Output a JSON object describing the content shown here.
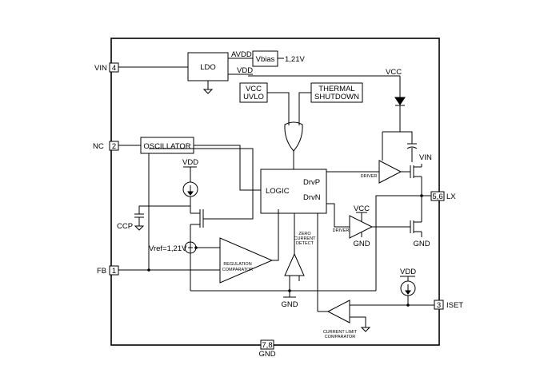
{
  "pins": {
    "vin": {
      "name": "VIN",
      "number": "4"
    },
    "nc": {
      "name": "NC",
      "number": "2"
    },
    "fb": {
      "name": "FB",
      "number": "1"
    },
    "lx": {
      "name": "LX",
      "number": "5,6"
    },
    "iset": {
      "name": "ISET",
      "number": "3"
    },
    "gnd": {
      "name": "GND",
      "number": "7,8"
    }
  },
  "blocks": {
    "ldo": "LDO",
    "vbias": "Vbias",
    "vbias_value": "1,21V",
    "uvlo_line1": "VCC",
    "uvlo_line2": "UVLO",
    "thermal_line1": "THERMAL",
    "thermal_line2": "SHUTDOWN",
    "oscillator": "OSCILLATOR",
    "logic": "LOGIC",
    "drvp": "DrvP",
    "drvn": "DrvN"
  },
  "labels": {
    "avdd": "AVDD",
    "vdd_ldo": "VDD",
    "vcc_top": "VCC",
    "vdd_ccp": "VDD",
    "ccp": "CCP",
    "vref": "Vref=1,21V",
    "vin_right": "VIN",
    "vcc_drv": "VCC",
    "gnd_lower_driver": "GND",
    "gnd_lower_fet": "GND",
    "gnd_zero": "GND",
    "vdd_iset": "VDD",
    "driver_top": "DRIVER",
    "driver_bottom": "DRIVER",
    "reg_comp_line1": "REGULATION",
    "reg_comp_line2": "COMPARATOR",
    "zero_line1": "ZERO",
    "zero_line2": "CURRENT",
    "zero_line3": "DETECT",
    "climit_line1": "CURRENT LIMIT",
    "climit_line2": "COMPARATOR"
  }
}
